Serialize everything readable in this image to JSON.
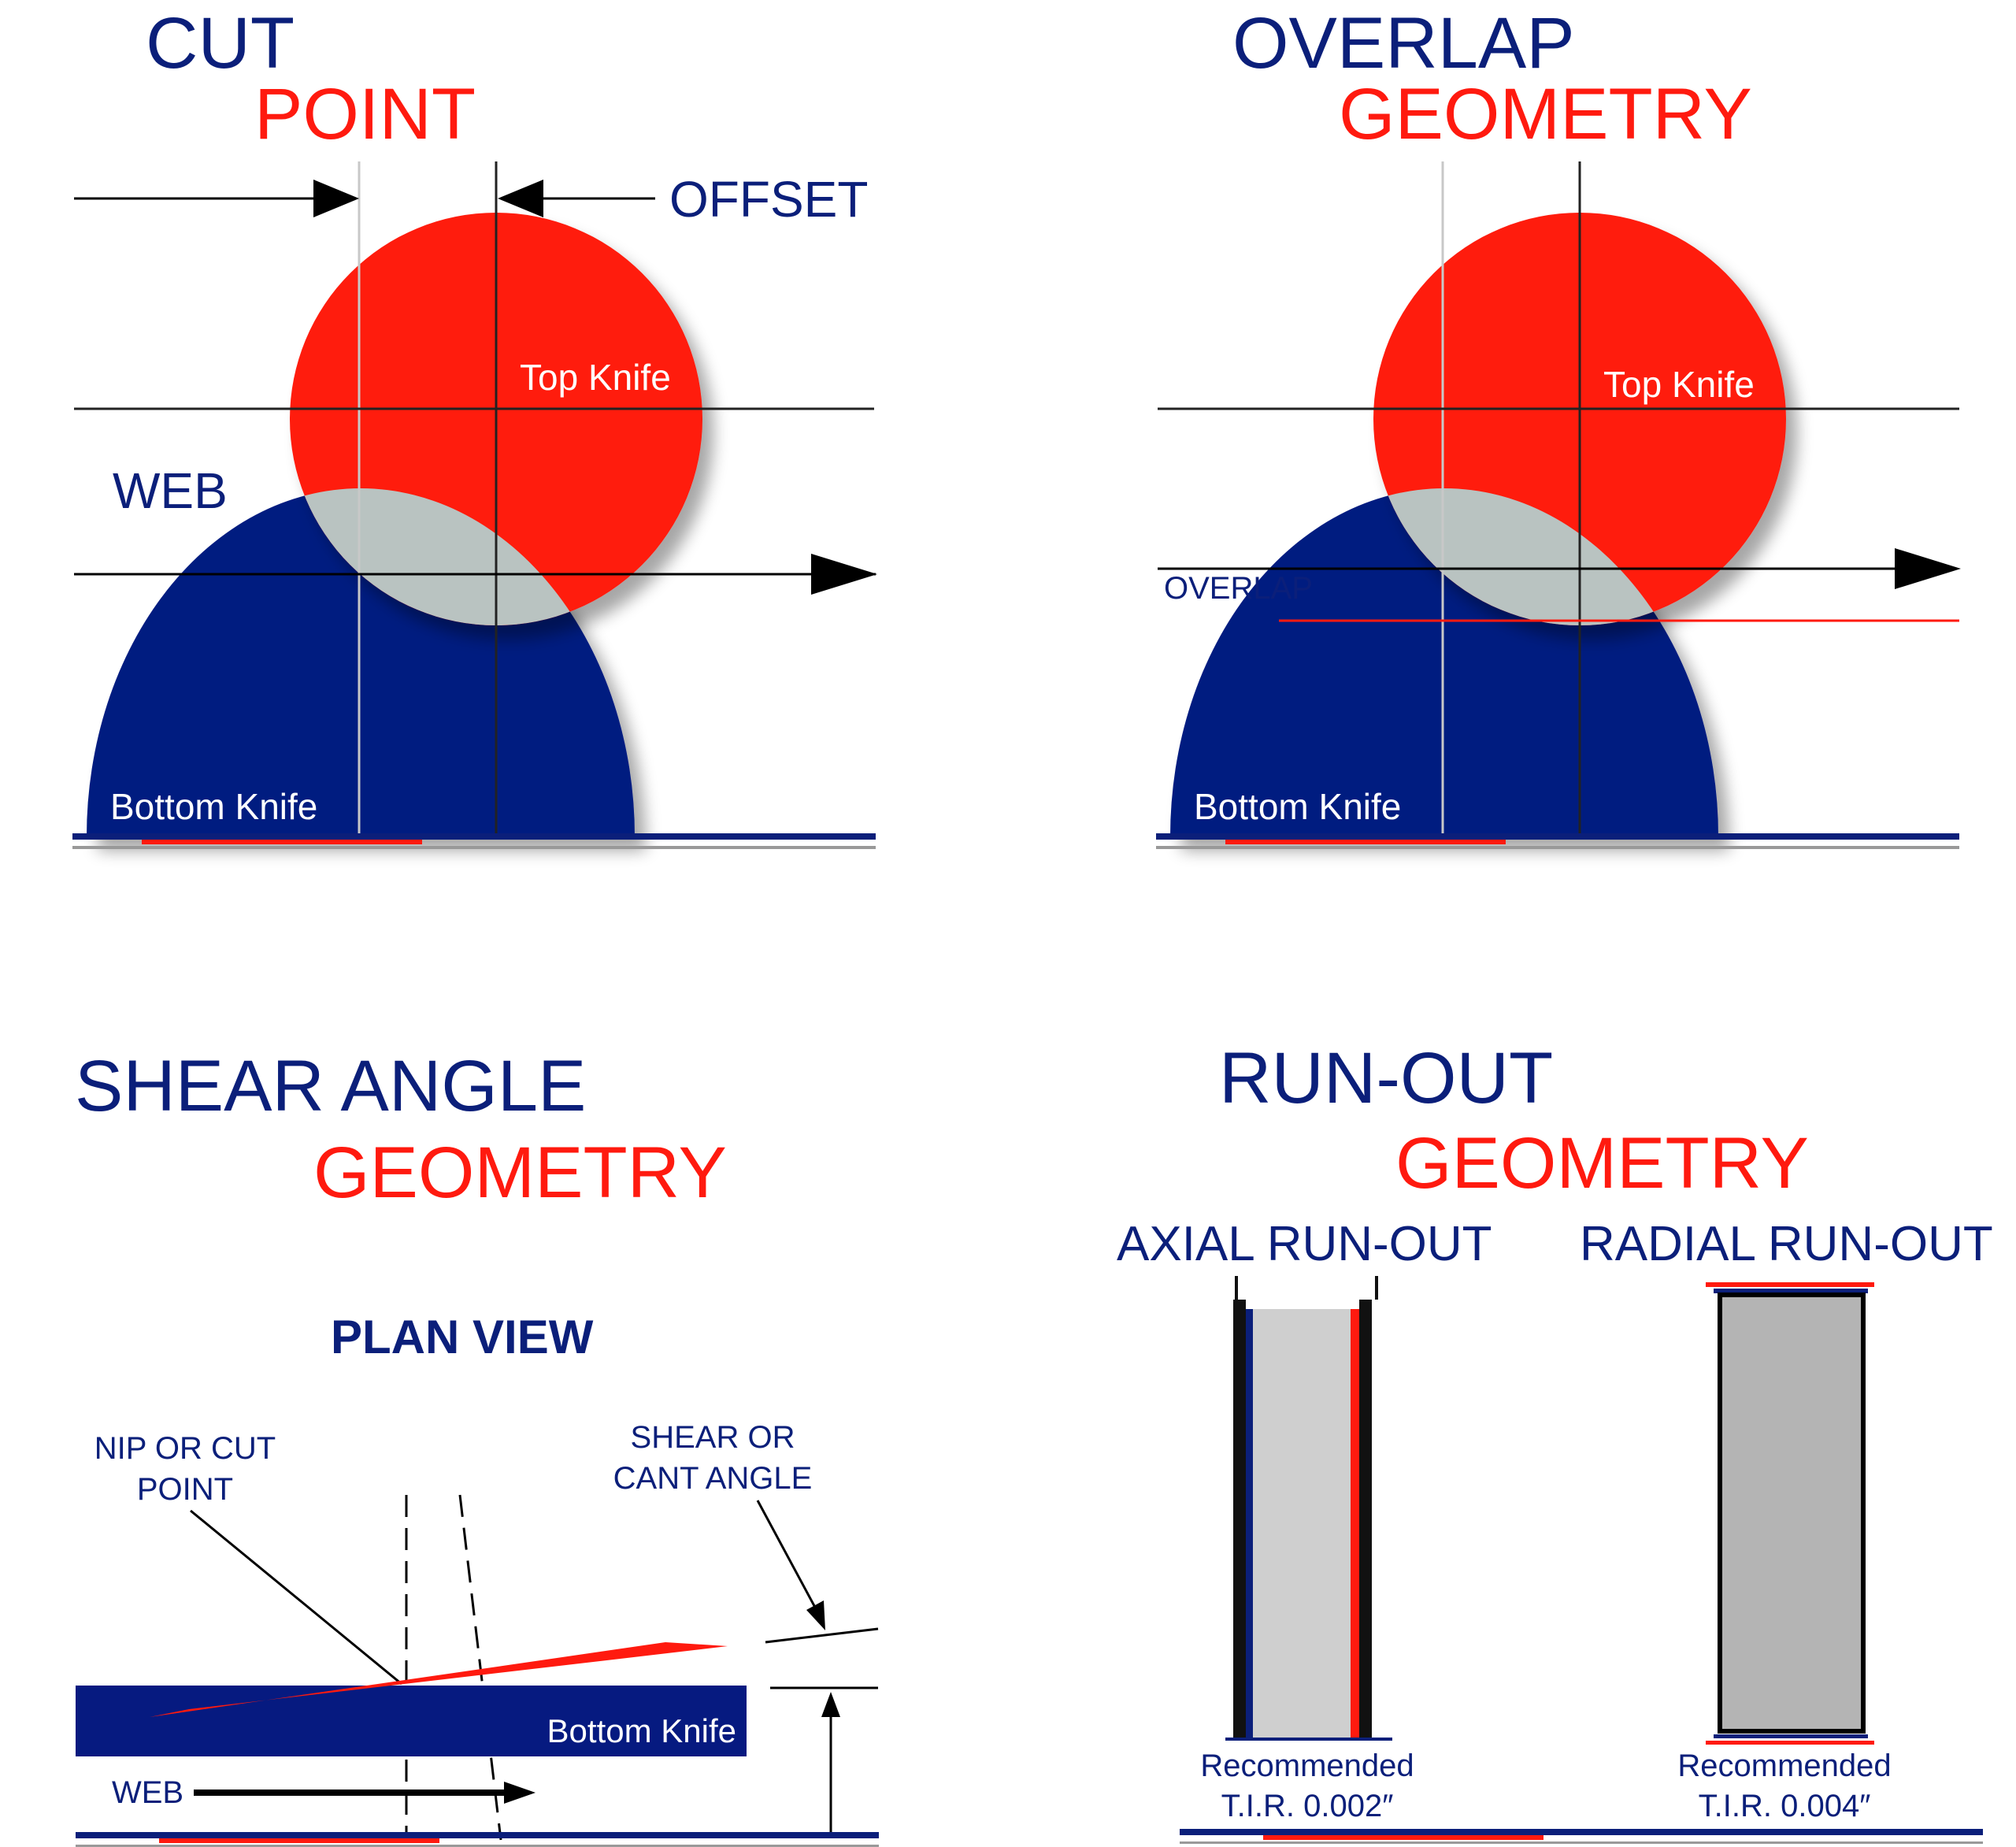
{
  "colors": {
    "navy": "#0b1f7a",
    "red": "#ff1a0f",
    "knife_blue": "#061a80",
    "overlap_gray": "#b9c3c1",
    "block_gray": "#b4b4b4",
    "block_light": "#cfcfcf"
  },
  "cut_point": {
    "title_line1": "CUT",
    "title_line2": "POINT",
    "offset_label": "OFFSET",
    "web_label": "WEB",
    "top_knife_label": "Top Knife",
    "bottom_knife_label": "Bottom Knife"
  },
  "overlap": {
    "title_line1": "OVERLAP",
    "title_line2": "GEOMETRY",
    "overlap_label": "OVERLAP",
    "top_knife_label": "Top Knife",
    "bottom_knife_label": "Bottom Knife"
  },
  "shear_angle": {
    "title_line1": "SHEAR ANGLE",
    "title_line2": "GEOMETRY",
    "plan_view": "PLAN VIEW",
    "nip_label_line1": "NIP OR CUT",
    "nip_label_line2": "POINT",
    "shear_label_line1": "SHEAR OR",
    "shear_label_line2": "CANT ANGLE",
    "bottom_knife_label": "Bottom Knife",
    "web_label": "WEB"
  },
  "runout": {
    "title_line1": "RUN-OUT",
    "title_line2": "GEOMETRY",
    "axial_label": "AXIAL RUN-OUT",
    "radial_label": "RADIAL RUN-OUT",
    "axial_rec_line1": "Recommended",
    "axial_rec_line2": "T.I.R. 0.002″",
    "radial_rec_line1": "Recommended",
    "radial_rec_line2": "T.I.R. 0.004″"
  }
}
